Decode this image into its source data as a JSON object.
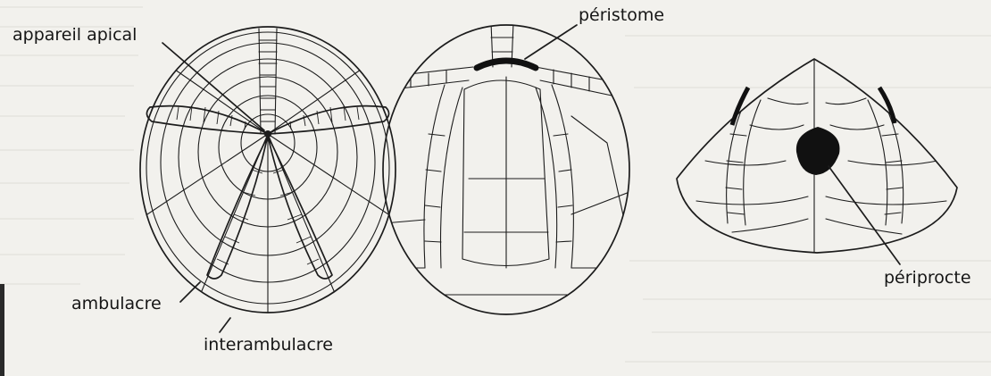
{
  "labels": {
    "apical": "appareil apical",
    "peristome": "péristome",
    "ambulacre": "ambulacre",
    "interambulacre": "interambulacre",
    "periprocte": "périprocte"
  },
  "colors": {
    "ink": "#1c1c1c",
    "paper": "#f2f1ed"
  }
}
